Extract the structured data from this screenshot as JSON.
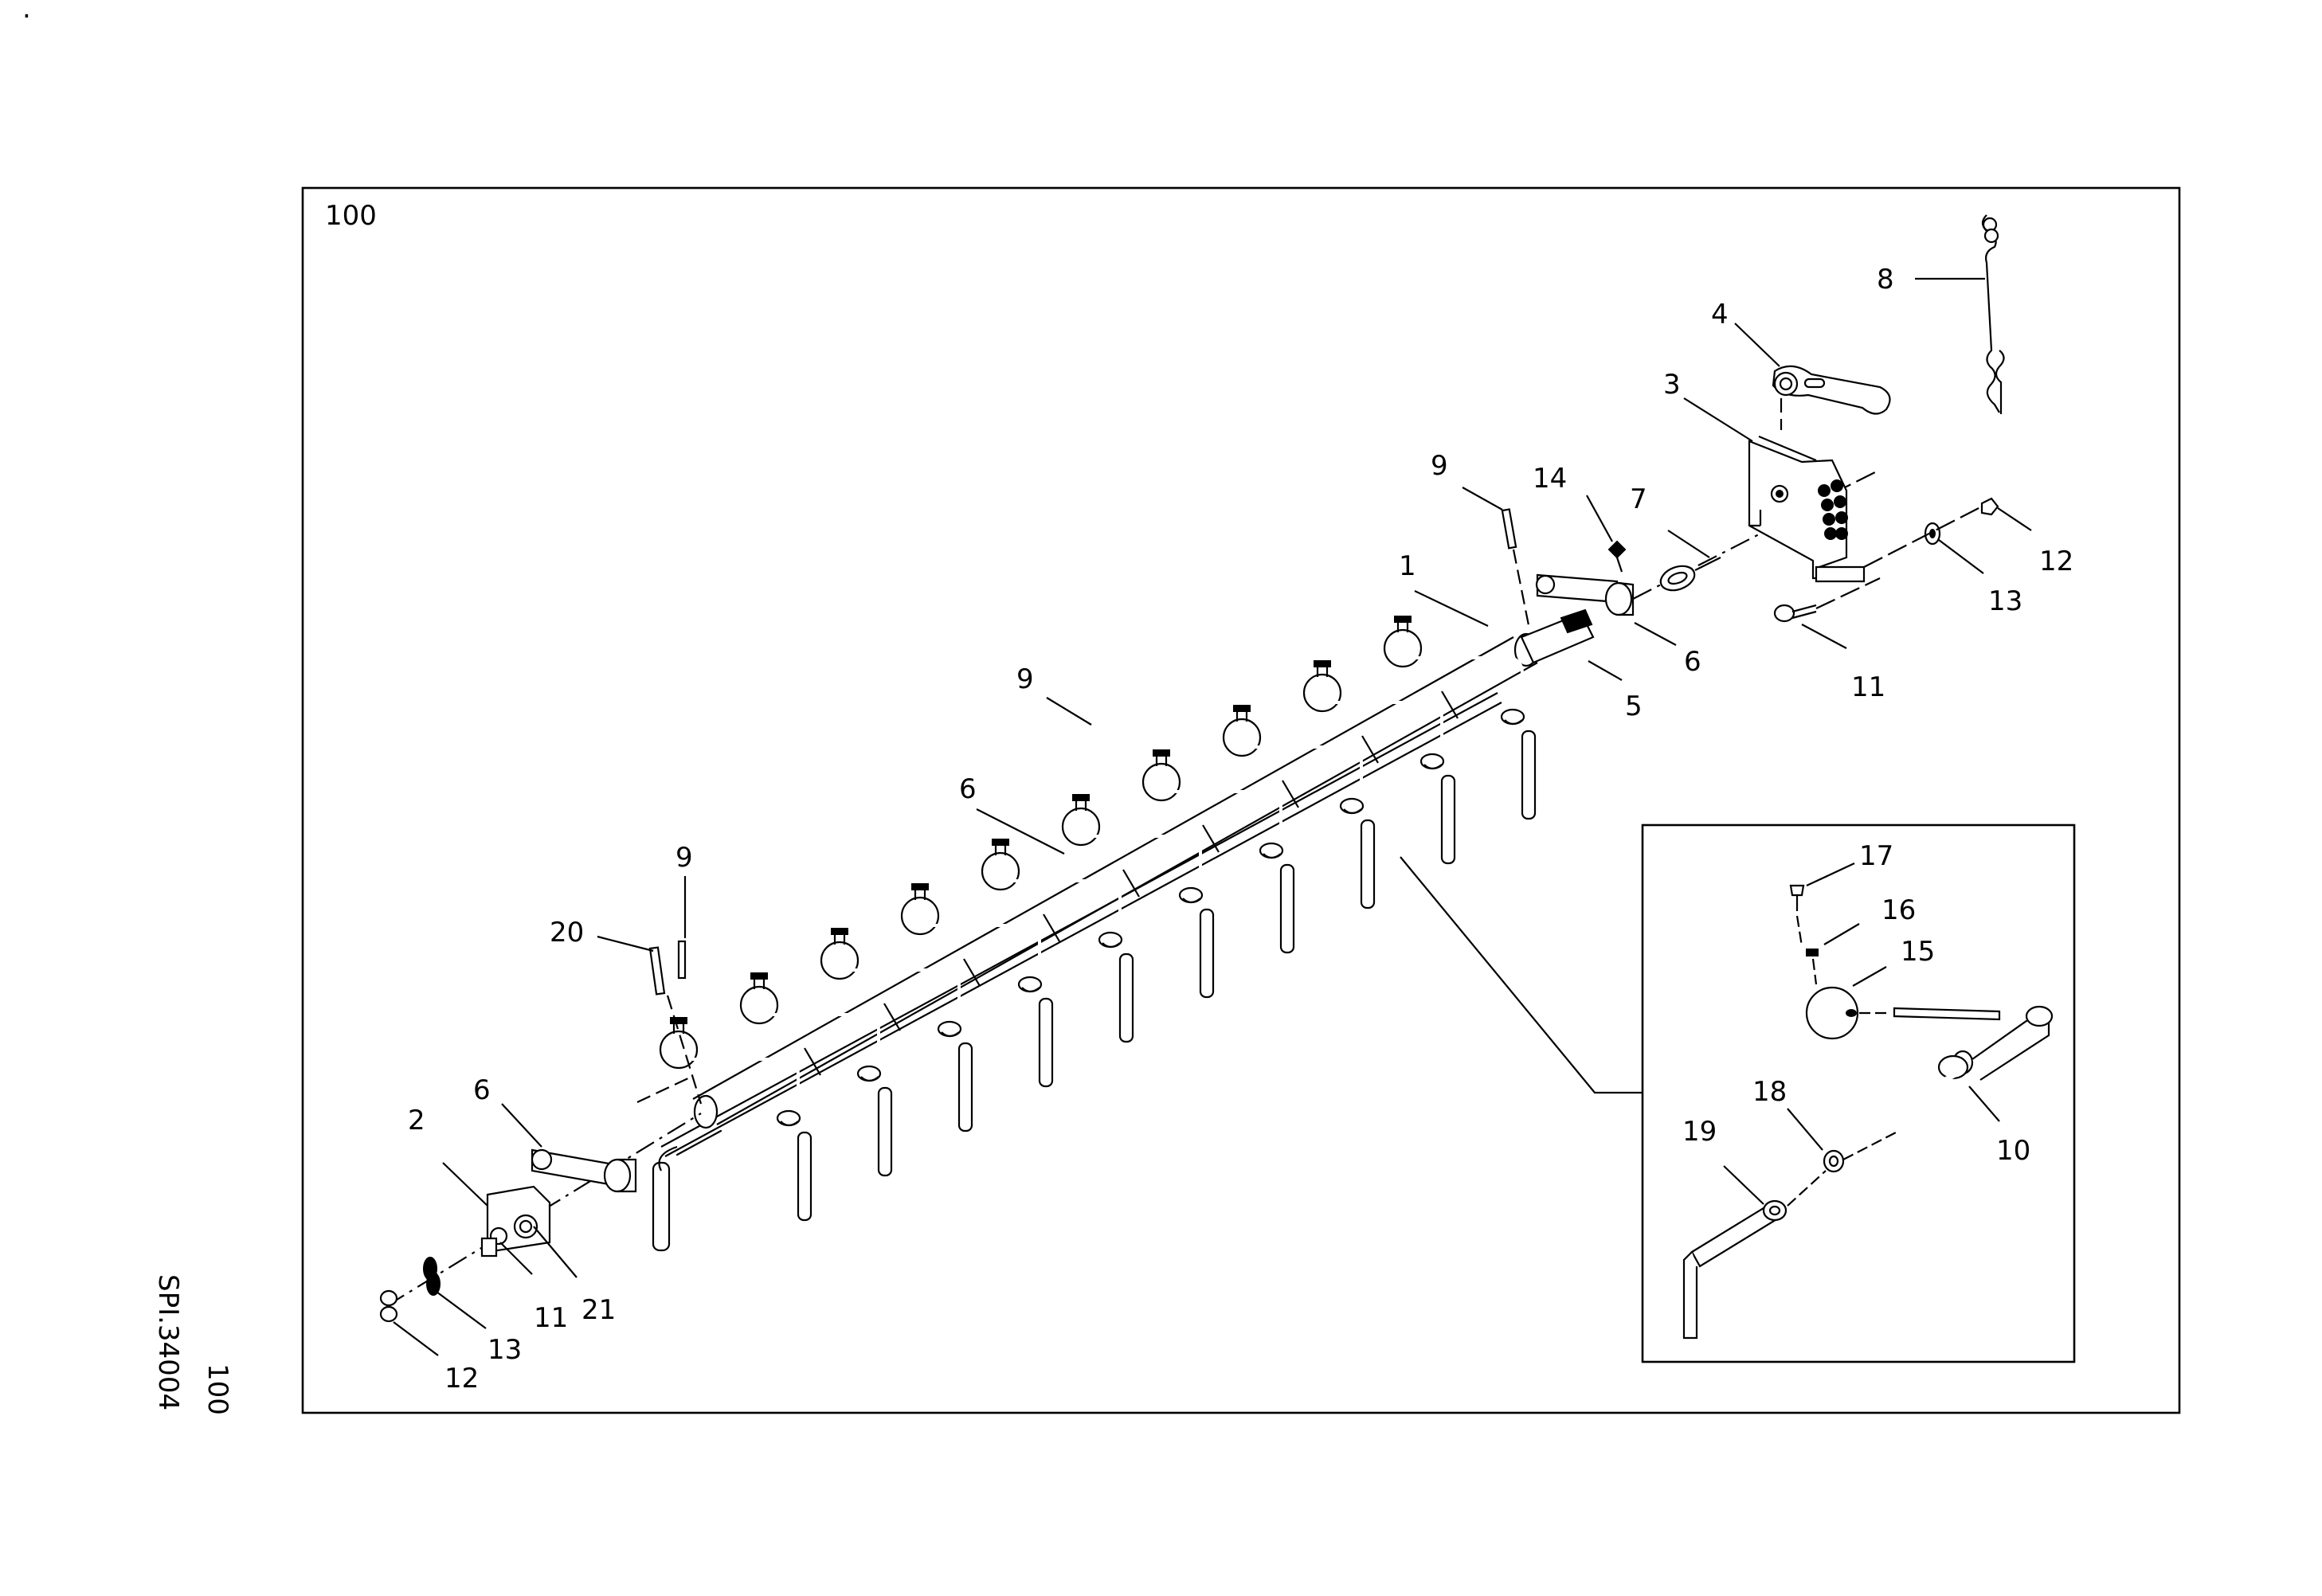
{
  "sheet": {
    "figure_number": "100",
    "drawing_code": "SPI.34004",
    "side_figure_number": "100",
    "corner_mark": "."
  },
  "callouts": {
    "c1": "1",
    "c2": "2",
    "c3": "3",
    "c4": "4",
    "c5": "5",
    "c6a": "6",
    "c6b": "6",
    "c6c": "6",
    "c7": "7",
    "c8": "8",
    "c9a": "9",
    "c9b": "9",
    "c9c": "9",
    "c10": "10",
    "c11a": "11",
    "c11b": "11",
    "c12a": "12",
    "c12b": "12",
    "c13a": "13",
    "c13b": "13",
    "c14": "14",
    "c15": "15",
    "c16": "16",
    "c17": "17",
    "c18": "18",
    "c19": "19",
    "c20": "20",
    "c21": "21"
  }
}
